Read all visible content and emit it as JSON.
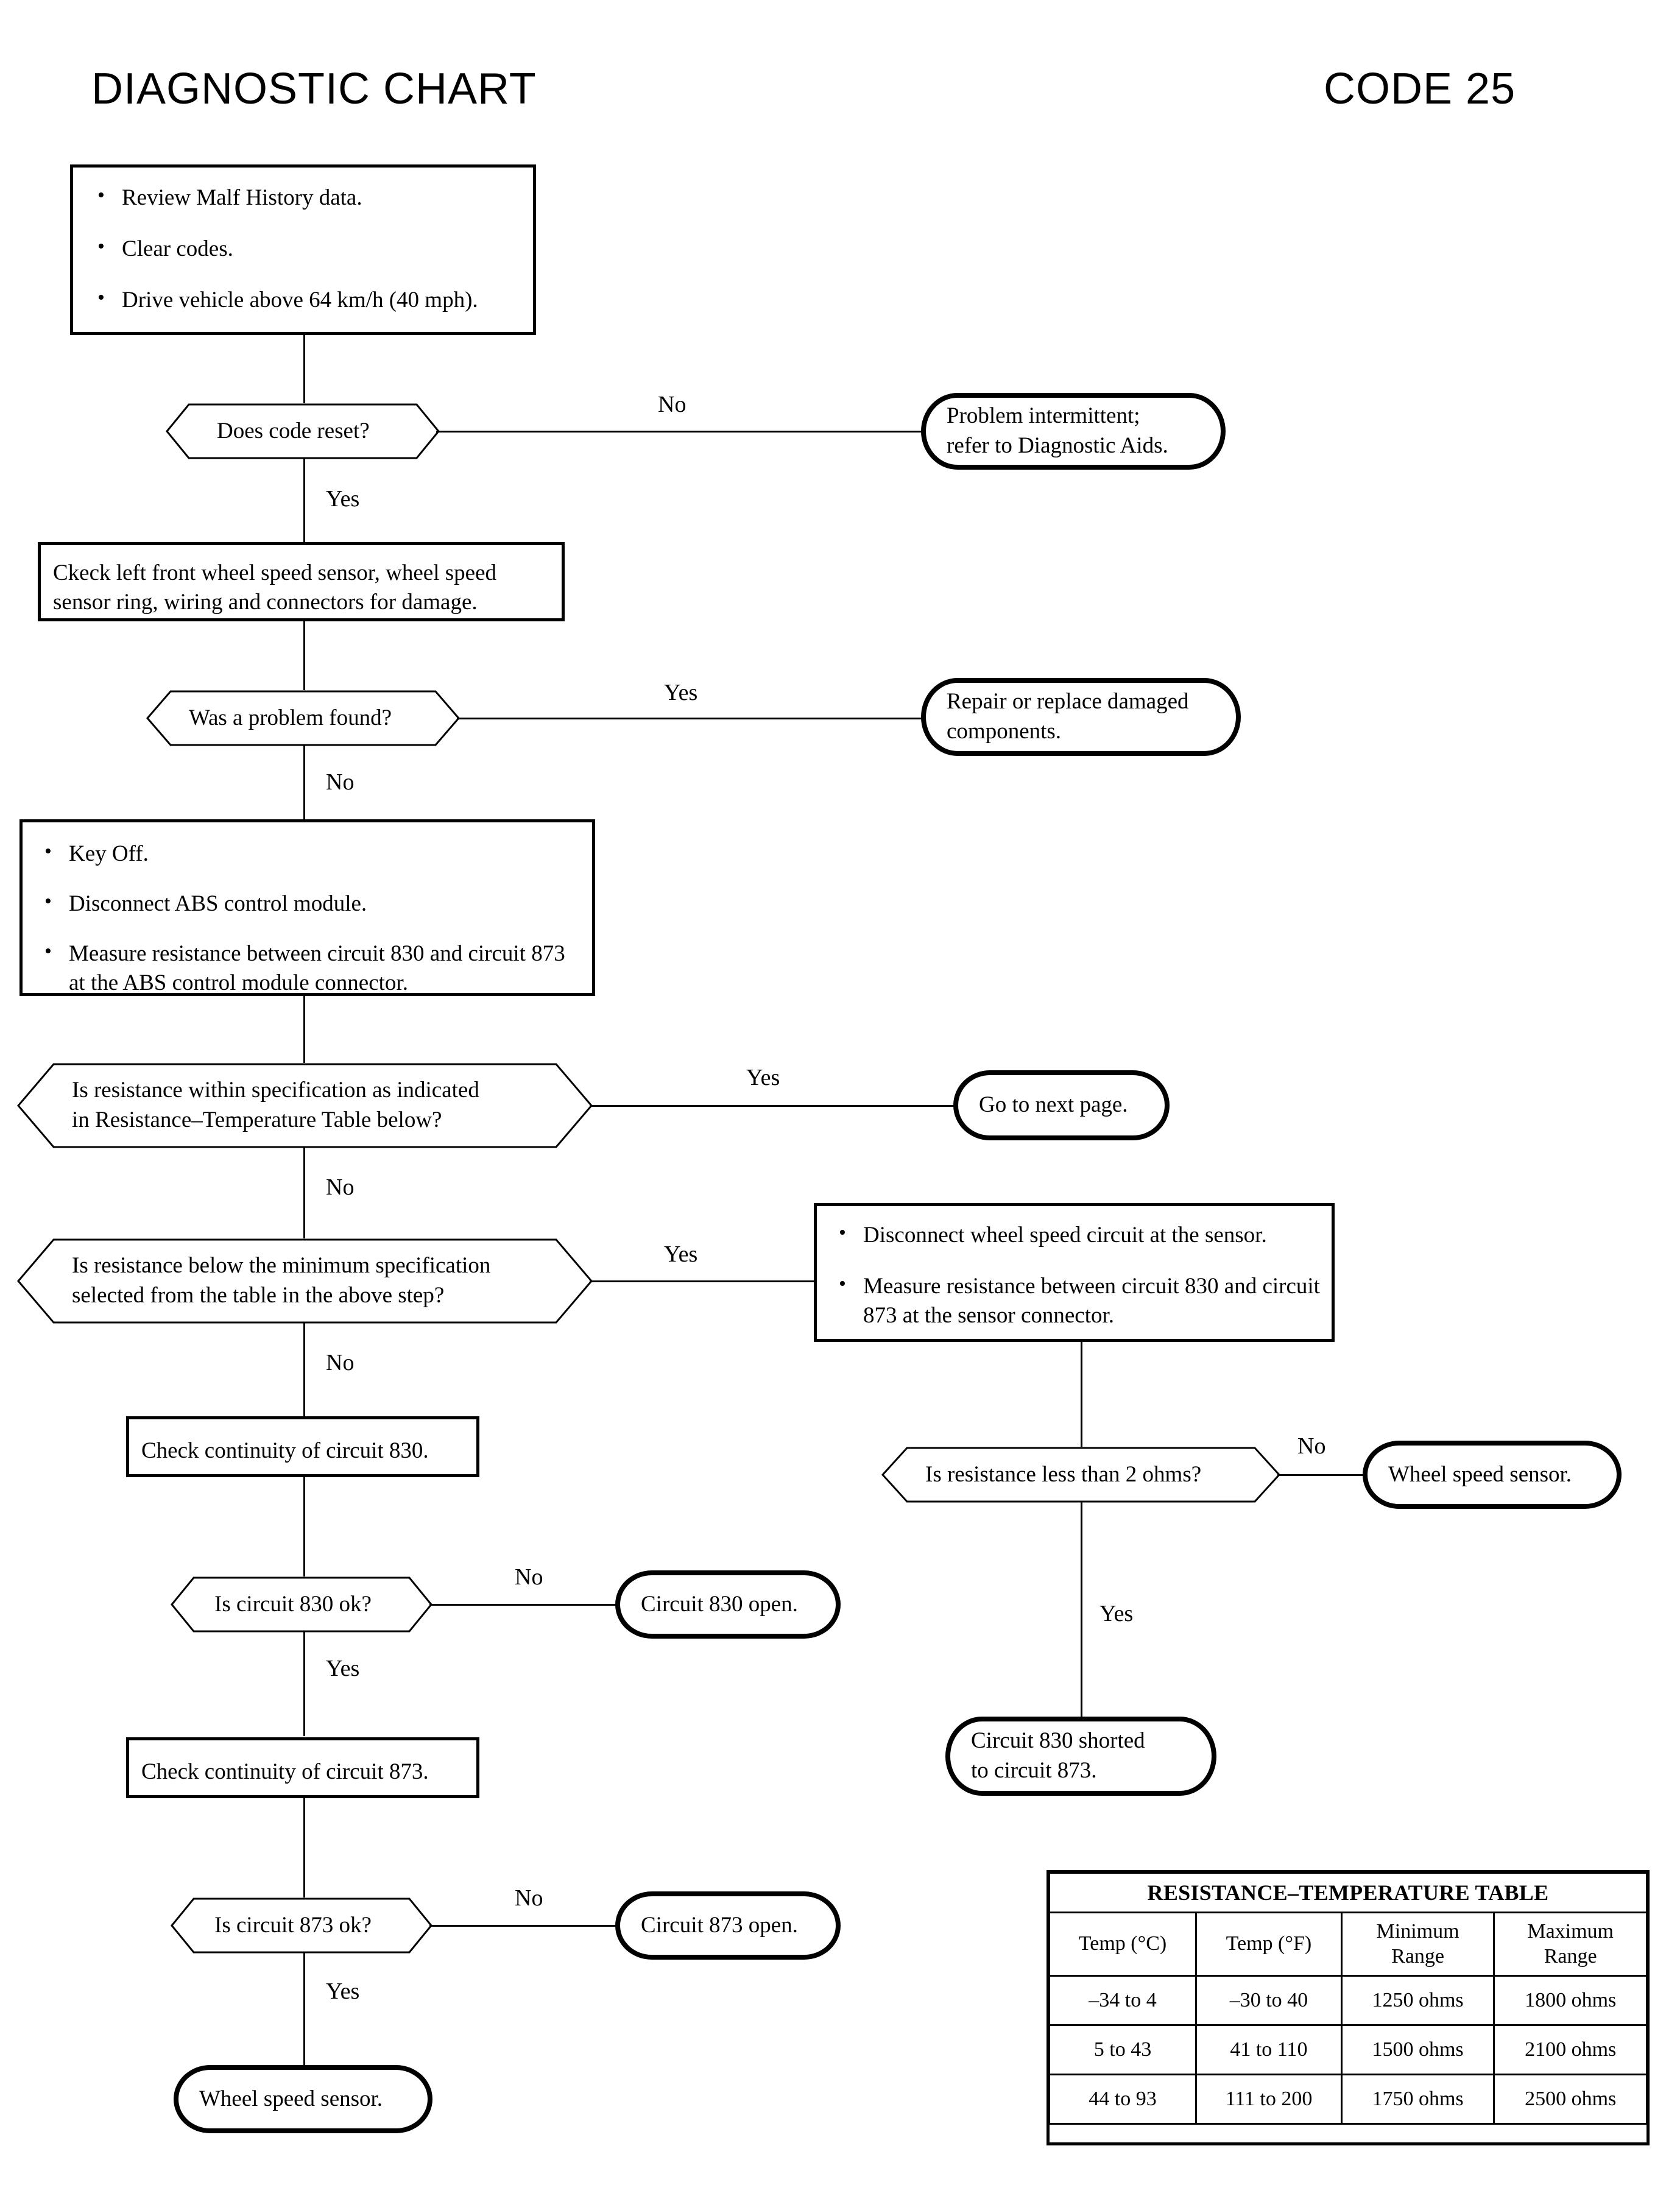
{
  "header": {
    "title": "DIAGNOSTIC CHART",
    "code": "CODE 25"
  },
  "nodes": {
    "step1": {
      "type": "process",
      "bullets": [
        "Review Malf History data.",
        "Clear codes.",
        "Drive vehicle above 64 km/h (40 mph)."
      ]
    },
    "d1": {
      "type": "decision",
      "text": "Does code reset?"
    },
    "t1": {
      "type": "terminal",
      "lines": [
        "Problem intermittent;",
        "refer to Diagnostic Aids."
      ]
    },
    "step2": {
      "type": "process",
      "lines": [
        "Ckeck left front wheel speed sensor, wheel speed",
        "sensor ring, wiring and connectors for damage."
      ]
    },
    "d2": {
      "type": "decision",
      "text": "Was a problem found?"
    },
    "t2": {
      "type": "terminal",
      "lines": [
        "Repair or replace damaged",
        "components."
      ]
    },
    "step3": {
      "type": "process",
      "bullets": [
        "Key Off.",
        "Disconnect ABS control module.",
        "Measure resistance between circuit 830 and circuit 873 at the ABS control module connector."
      ]
    },
    "d3": {
      "type": "decision",
      "lines": [
        "Is resistance within specification as indicated",
        "in Resistance–Temperature Table below?"
      ]
    },
    "t3": {
      "type": "terminal",
      "lines": [
        "Go to next page."
      ]
    },
    "d4": {
      "type": "decision",
      "lines": [
        "Is resistance below the minimum specification",
        "selected from the table in the above step?"
      ]
    },
    "step4": {
      "type": "process",
      "bullets": [
        "Disconnect wheel speed circuit at the sensor.",
        "Measure resistance between circuit 830 and circuit 873 at the sensor connector."
      ]
    },
    "step5": {
      "type": "process",
      "lines": [
        "Check continuity of circuit 830."
      ]
    },
    "d5": {
      "type": "decision",
      "text": "Is resistance less than 2 ohms?"
    },
    "t4": {
      "type": "terminal",
      "lines": [
        "Wheel speed sensor."
      ]
    },
    "d6": {
      "type": "decision",
      "text": "Is circuit 830 ok?"
    },
    "t5": {
      "type": "terminal",
      "lines": [
        "Circuit 830 open."
      ]
    },
    "step6": {
      "type": "process",
      "lines": [
        "Check continuity of circuit 873."
      ]
    },
    "t6": {
      "type": "terminal",
      "lines": [
        "Circuit 830 shorted",
        "to circuit 873."
      ]
    },
    "d7": {
      "type": "decision",
      "text": "Is circuit 873 ok?"
    },
    "t7": {
      "type": "terminal",
      "lines": [
        "Circuit 873 open."
      ]
    },
    "t8": {
      "type": "terminal",
      "lines": [
        "Wheel speed sensor."
      ]
    }
  },
  "edge_labels": {
    "d1_no": "No",
    "d1_yes": "Yes",
    "d2_yes": "Yes",
    "d2_no": "No",
    "d3_yes": "Yes",
    "d3_no": "No",
    "d4_yes": "Yes",
    "d4_no": "No",
    "d5_no": "No",
    "d5_yes": "Yes",
    "d6_no": "No",
    "d6_yes": "Yes",
    "d7_no": "No",
    "d7_yes": "Yes"
  },
  "chart_data": {
    "type": "table",
    "title": "RESISTANCE–TEMPERATURE TABLE",
    "columns": [
      "Temp (°C)",
      "Temp (°F)",
      "Minimum Range",
      "Maximum Range"
    ],
    "column_lines": [
      [
        "Temp (°C)"
      ],
      [
        "Temp (°F)"
      ],
      [
        "Minimum",
        "Range"
      ],
      [
        "Maximum",
        "Range"
      ]
    ],
    "rows": [
      [
        "–34 to 4",
        "–30 to 40",
        "1250 ohms",
        "1800 ohms"
      ],
      [
        "5 to 43",
        "41 to 110",
        "1500 ohms",
        "2100 ohms"
      ],
      [
        "44 to 93",
        "111 to 200",
        "1750 ohms",
        "2500 ohms"
      ]
    ]
  }
}
